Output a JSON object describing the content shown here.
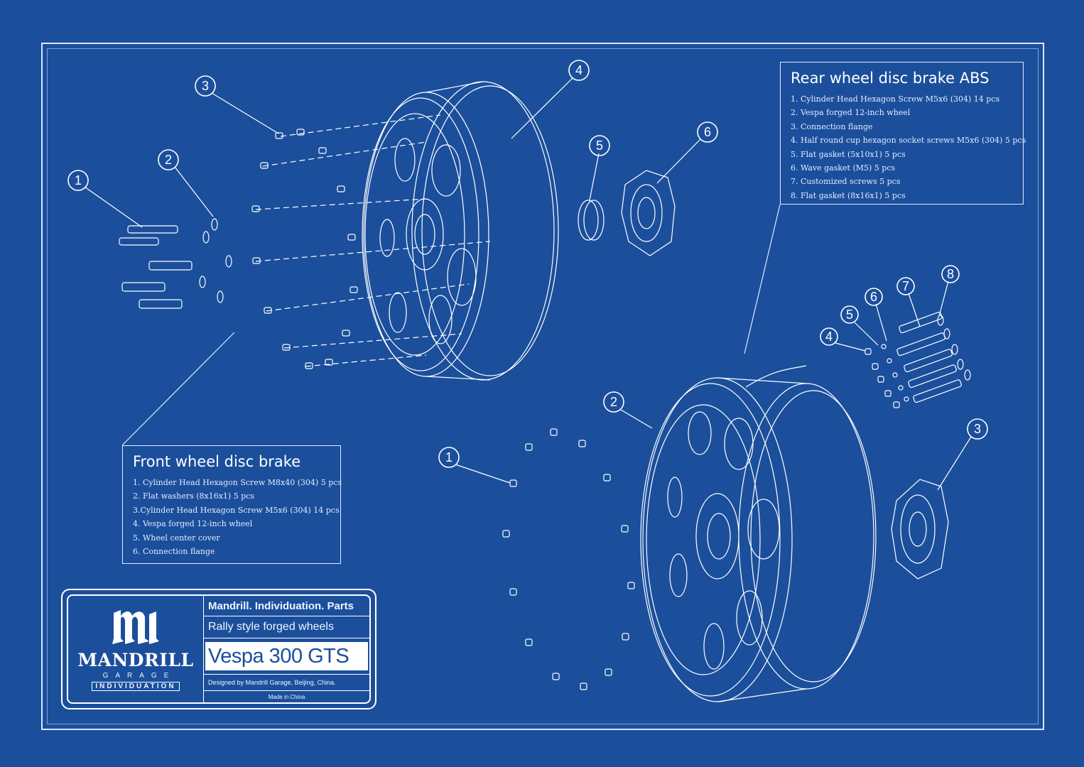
{
  "front_legend": {
    "title": "Front wheel disc brake",
    "items": [
      "1. Cylinder Head Hexagon Screw M8x40 (304) 5 pcs",
      "2. Flat washers (8x16x1) 5 pcs",
      "3.Cylinder Head Hexagon Screw M5x6 (304) 14 pcs",
      "4. Vespa forged 12-inch wheel",
      "5. Wheel center cover",
      "6. Connection flange"
    ]
  },
  "rear_legend": {
    "title": "Rear wheel disc brake ABS",
    "items": [
      "1. Cylinder Head Hexagon Screw M5x6 (304) 14 pcs",
      "2. Vespa forged 12-inch wheel",
      "3. Connection flange",
      "4. Half round cup hexagon socket screws M5x6 (304) 5 pcs",
      "5. Flat gasket (5x10x1) 5 pcs",
      "6. Wave gasket (M5) 5 pcs",
      "7. Customized screws 5 pcs",
      "8. Flat gasket (8x16x1) 5 pcs"
    ]
  },
  "callouts_front": [
    "1",
    "2",
    "3",
    "4",
    "5",
    "6"
  ],
  "callouts_rear": [
    "1",
    "2",
    "3",
    "4",
    "5",
    "6",
    "7",
    "8"
  ],
  "title_block": {
    "logo_mark": "m",
    "brand": "MANDRILL",
    "garage": "GARAGE",
    "individuation": "INDIVIDUATION",
    "line1": "Mandrill. Individuation. Parts",
    "line2": "Rally style forged wheels",
    "model": "Vespa 300 GTS",
    "designed_by": "Designed by Mandrill Garage, Beijing, China.",
    "made_in": "Made in China"
  },
  "colors": {
    "background": "#1b4f9c",
    "line": "#ffffff"
  }
}
